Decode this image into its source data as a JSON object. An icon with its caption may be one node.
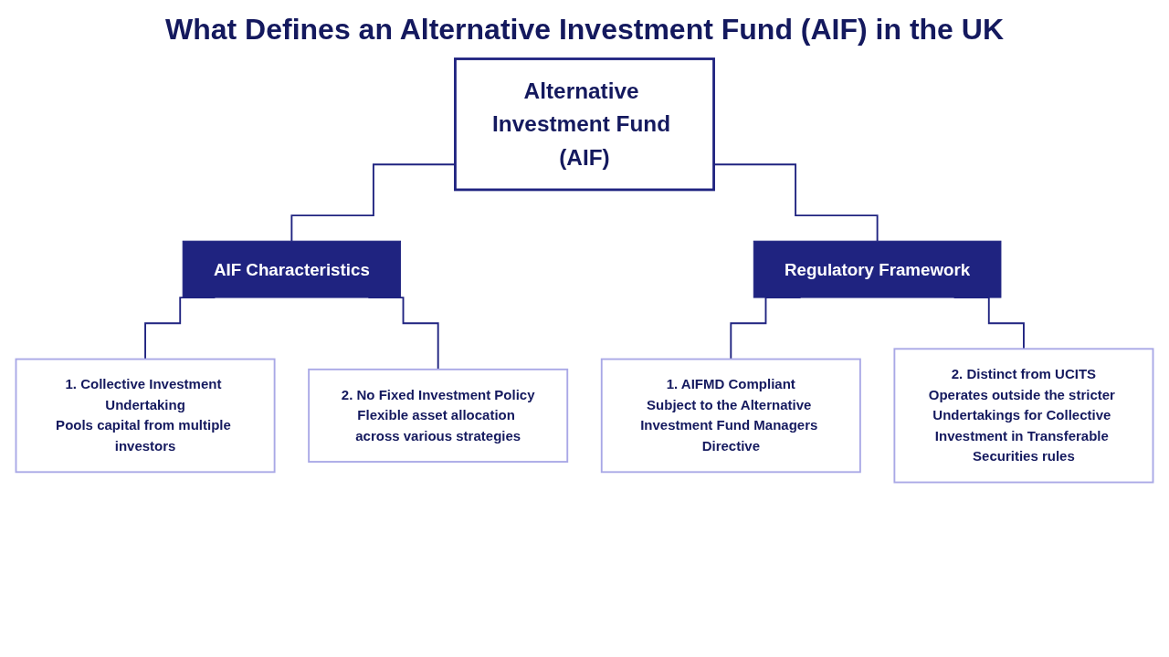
{
  "diagram": {
    "title": "What Defines an Alternative Investment Fund (AIF) in the UK",
    "nodes": [
      {
        "text": [
          "Alternative Investment Fund (AIF)"
        ]
      },
      {
        "text": [
          "AIF Characteristics"
        ]
      },
      {
        "text": [
          "Regulatory Framework"
        ]
      },
      {
        "text": [
          "1. Collective Investment Undertaking",
          "Pools capital from multiple investors"
        ]
      },
      {
        "text": [
          "2. No Fixed Investment Policy",
          "Flexible asset allocation across various strategies"
        ]
      },
      {
        "text": [
          "1. AIFMD Compliant",
          "Subject to the Alternative Investment Fund Managers Directive"
        ]
      },
      {
        "text": [
          "2. Distinct from UCITS",
          "Operates outside the stricter Undertakings for Collective Investment in Transferable Securities rules"
        ]
      }
    ],
    "edges": [
      {
        "from": 0,
        "to": 1,
        "arrow": "none"
      },
      {
        "from": 0,
        "to": 2,
        "arrow": "none"
      },
      {
        "from": 1,
        "to": 3,
        "arrow": "none"
      },
      {
        "from": 1,
        "to": 4,
        "arrow": "none"
      },
      {
        "from": 2,
        "to": 5,
        "arrow": "none"
      },
      {
        "from": 2,
        "to": 6,
        "arrow": "none"
      }
    ]
  }
}
